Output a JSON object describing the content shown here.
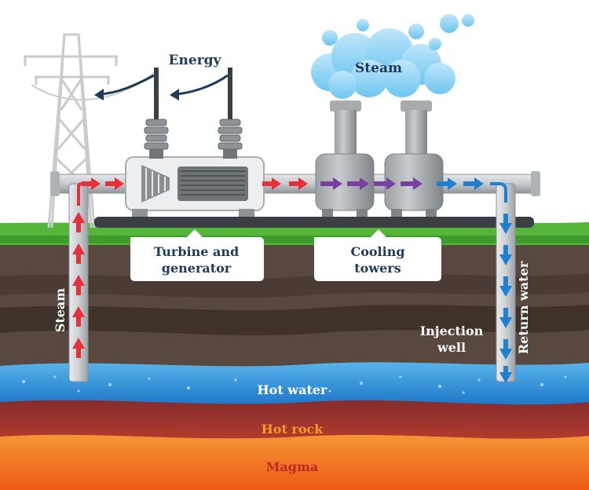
{
  "labels": {
    "energy": "Energy",
    "steam_top": "Steam",
    "turbine_line1": "Turbine and",
    "turbine_line2": "generator",
    "cooling_line1": "Cooling",
    "cooling_line2": "towers",
    "steam_side": "Steam",
    "return_water": "Return water",
    "injection_line1": "Injection",
    "injection_line2": "well",
    "hot_water": "Hot water",
    "hot_rock": "Hot rock",
    "magma": "Magma"
  },
  "colors": {
    "steam_arrow": "#e8303a",
    "transition_arrow": "#7a3fa0",
    "water_arrow": "#1f7fd0",
    "label_navy": "#1d3a5c",
    "grass": "#55b53a",
    "soil": "#5a4a40",
    "hot_water": "#2b8fd6",
    "hot_rock": "#a8302c",
    "magma": "#f07a1e"
  },
  "icons": [
    "power-pylon-icon",
    "steam-cloud-icon",
    "turbine-generator-icon",
    "cooling-tower-icon",
    "insulator-icon"
  ]
}
